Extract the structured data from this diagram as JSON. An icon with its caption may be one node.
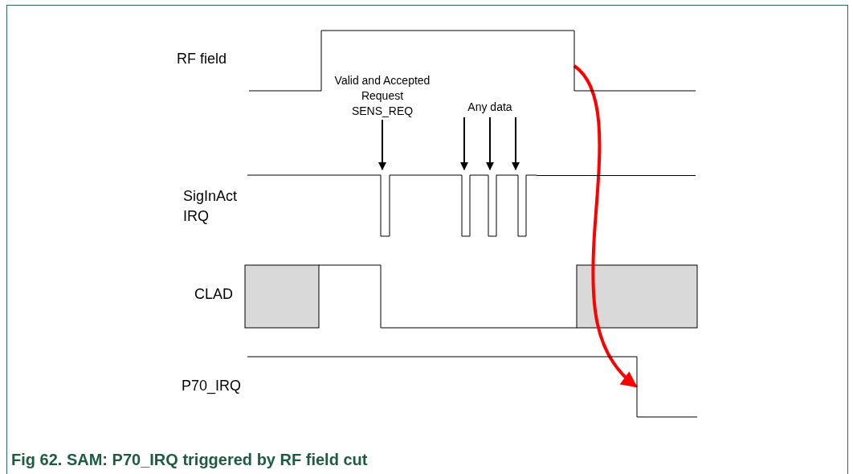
{
  "diagram": {
    "caption": "Fig 62. SAM: P70_IRQ triggered by RF field cut",
    "nodes": [
      {
        "text": [
          "Valid and Accepted Request SENS_REQ"
        ]
      },
      {
        "text": [
          "Any data"
        ]
      },
      {
        "text": [],
        "shape": "waveform",
        "beside": [
          "RF field"
        ]
      },
      {
        "text": [],
        "shape": "waveform",
        "beside": [
          "SigInAct IRQ"
        ]
      },
      {
        "text": [],
        "shape": "waveform",
        "beside": [
          "P70_IRQ"
        ]
      }
    ],
    "edges": [
      {
        "from": 0,
        "to": 3,
        "arrow": "to"
      },
      {
        "from": 1,
        "to": 3,
        "arrow": "to"
      },
      {
        "from": 1,
        "to": 3,
        "arrow": "to"
      },
      {
        "from": 1,
        "to": 3,
        "arrow": "to"
      },
      {
        "from": 2,
        "to": 4,
        "arrow": "to",
        "style": "thick",
        "color": "#ff0000"
      }
    ],
    "labels": [
      "CLAD"
    ]
  }
}
